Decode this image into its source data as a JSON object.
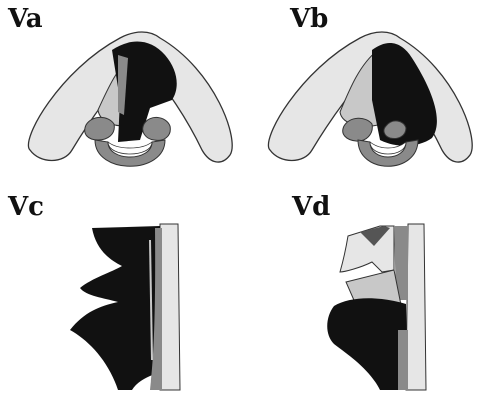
{
  "panels": {
    "va": {
      "label": "Va"
    },
    "vb": {
      "label": "Vb"
    },
    "vc": {
      "label": "Vc"
    },
    "vd": {
      "label": "Vd"
    }
  },
  "colors": {
    "black": "#111111",
    "dark_gray": "#555555",
    "mid_gray": "#8a8a8a",
    "light_gray": "#c8c8c8",
    "very_light": "#e6e6e6",
    "outline": "#333333"
  }
}
